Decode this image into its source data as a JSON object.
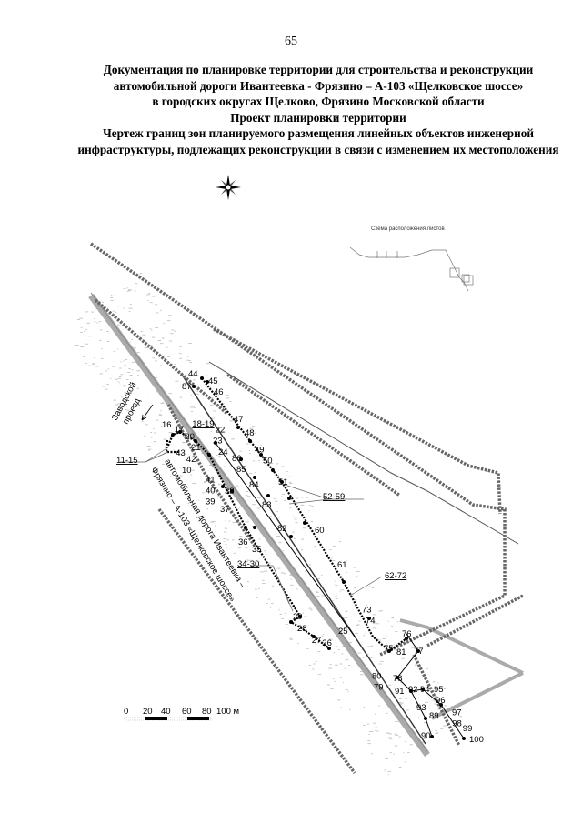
{
  "page_number": "65",
  "title_lines": [
    "Документация по планировке территории для строительства и реконструкции",
    "автомобильной дороги Ивантеевка - Фрязино – А-103 «Щелковское шоссе»",
    "в городских округах Щелково, Фрязино Московской области",
    "Проект планировки территории",
    "Чертеж границ зон планируемого размещения линейных объектов инженерной",
    "инфраструктуры, подлежащих реконструкции в связи с изменением их местоположения"
  ],
  "map": {
    "inset_title": "Схема расположения листов",
    "road_label_1": "автомобильная дорога Ивантеевка –",
    "road_label_2": "Фрязино – А-103 «Щелковское шоссе»",
    "street_label_1": "Заводской",
    "street_label_2": "проезд",
    "point_labels": [
      "44",
      "87",
      "45",
      "46",
      "47",
      "48",
      "49",
      "50",
      "86",
      "85",
      "84",
      "51",
      "83",
      "82",
      "60",
      "61",
      "16",
      "17",
      "18-19",
      "22",
      "20",
      "23",
      "21",
      "43",
      "24",
      "42",
      "10",
      "11-15",
      "41",
      "40",
      "38",
      "39",
      "37",
      "36",
      "35",
      "34-30",
      "29",
      "28",
      "27",
      "26",
      "25",
      "52-59",
      "62-72",
      "73",
      "74",
      "75",
      "76",
      "81",
      "77",
      "80",
      "78",
      "79",
      "91",
      "92",
      "94",
      "95",
      "96",
      "93",
      "89",
      "97",
      "98",
      "99",
      "90",
      "100"
    ],
    "scale_bar": {
      "ticks": [
        "0",
        "20",
        "40",
        "60",
        "80",
        "100 м"
      ]
    }
  }
}
